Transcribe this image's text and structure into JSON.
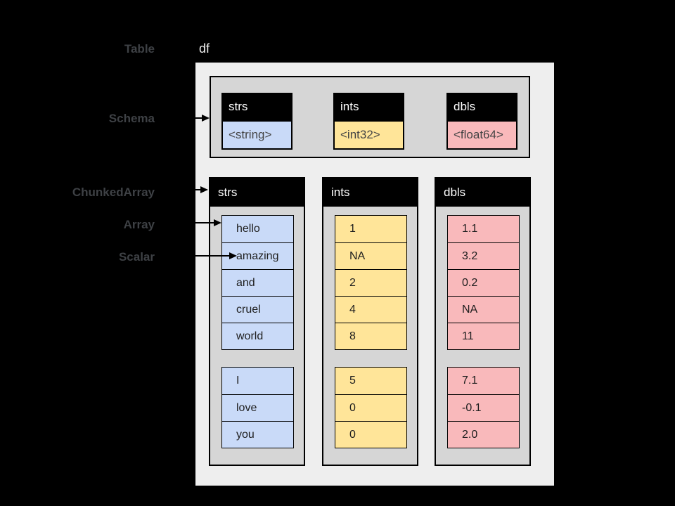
{
  "title_labels": {
    "table": "Table",
    "df": "df",
    "schema": "Schema",
    "chunked_array": "ChunkedArray",
    "array": "Array",
    "scalar": "Scalar"
  },
  "schema": {
    "fields": [
      {
        "name": "strs",
        "type": "<string>",
        "color": "#c9daf8"
      },
      {
        "name": "ints",
        "type": "<int32>",
        "color": "#ffe599"
      },
      {
        "name": "dbls",
        "type": "<float64>",
        "color": "#f9b9bb"
      }
    ]
  },
  "columns": [
    {
      "name": "strs",
      "color": "#c9daf8",
      "chunks": [
        [
          "hello",
          "amazing",
          "and",
          "cruel",
          "world"
        ],
        [
          "I",
          "love",
          "you"
        ]
      ]
    },
    {
      "name": "ints",
      "color": "#ffe599",
      "chunks": [
        [
          "1",
          "NA",
          "2",
          "4",
          "8"
        ],
        [
          "5",
          "0",
          "0"
        ]
      ]
    },
    {
      "name": "dbls",
      "color": "#f9b9bb",
      "chunks": [
        [
          "1.1",
          "3.2",
          "0.2",
          "NA",
          "11"
        ],
        [
          "7.1",
          "-0.1",
          "2.0"
        ]
      ]
    }
  ],
  "colors": {
    "background": "#000000",
    "outer_box": "#eeeeee",
    "panel_gray": "#d6d6d6",
    "header_black": "#000000",
    "label_text": "#3e4145",
    "df_text": "#f0f0f0",
    "arrow": "#000000"
  }
}
